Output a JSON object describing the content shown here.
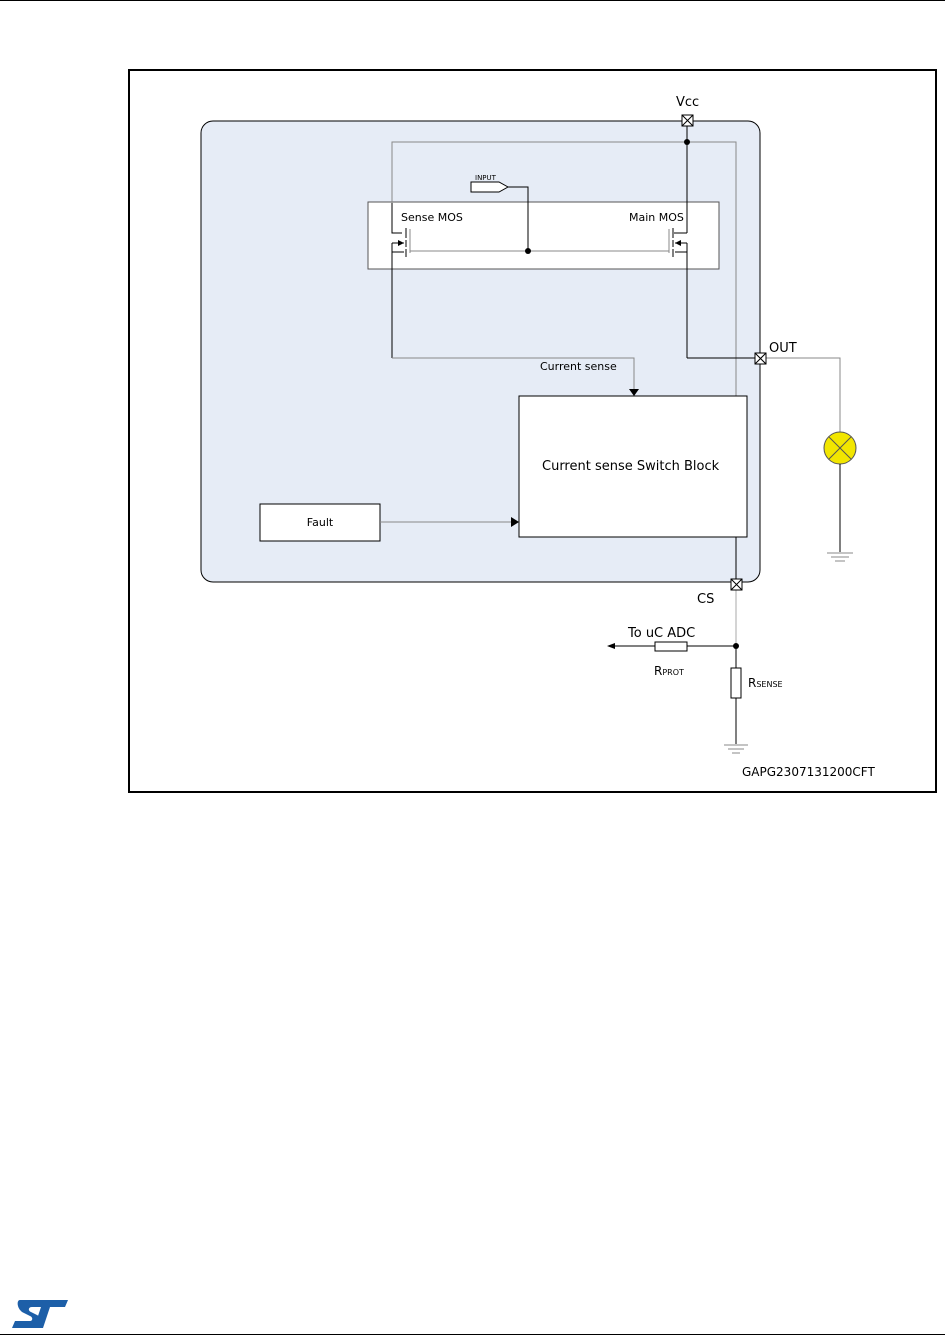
{
  "figure": {
    "id_code": "GAPG2307131200CFT",
    "pins": {
      "vcc": "Vcc",
      "out": "OUT",
      "cs": "CS"
    },
    "blocks": {
      "sense_mos": "Sense MOS",
      "main_mos": "Main MOS",
      "input_port": "INPUT",
      "current_sense_label": "Current sense",
      "switch_block": "Current sense Switch Block",
      "fault": "Fault"
    },
    "external": {
      "adc_label": "To uC ADC",
      "rprot": {
        "base": "R",
        "sub": "PROT"
      },
      "rsense": {
        "base": "R",
        "sub": "SENSE"
      }
    },
    "colors": {
      "chip_fill": "#e6ecf6",
      "lamp_fill": "#f2e600",
      "st_blue": "#1d5fa8"
    }
  },
  "footer": {
    "logo": "ST"
  }
}
